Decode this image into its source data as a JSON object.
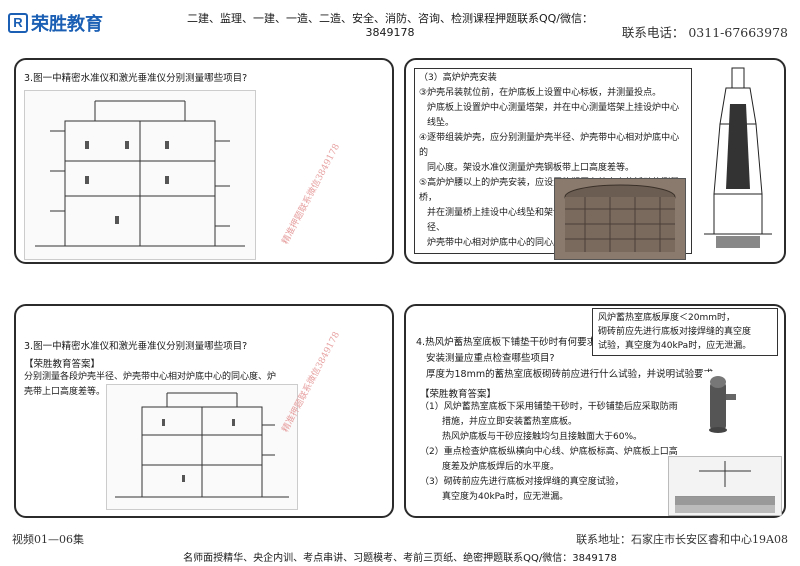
{
  "header": {
    "logo_glyph": "R",
    "logo_text": "荣胜教育",
    "ad_line": "二建、监理、一建、一造、二造、安全、消防、咨询、检测课程押题联系QQ/微信：3849178",
    "phone": "联系电话： 0311-67663978"
  },
  "panel1": {
    "question": "3.图一中精密水准仪和激光垂准仪分别测量哪些项目?",
    "watermark": "精准押题联系微信3849178"
  },
  "panel2": {
    "heading": "（3）高炉炉壳安装",
    "lines": [
      "③炉壳吊装就位前，在炉底板上设置中心标板，并测量投点。",
      "炉底板上设置炉中心测量塔架，并在中心测量塔架上挂设炉中心线坠。",
      "④逐带组装炉壳，应分别测量炉壳半径、炉壳带中心相对炉底中心的",
      "同心度。架设水准仪测量炉壳钢板带上口高度差等。",
      "⑤高炉炉腰以上的炉壳安装，应设置能搁置在炉壳上的活动的测量桥，",
      "并在测量桥上挂设中心线坠和架设水准仪，分别测量各段炉壳半径、",
      "炉壳带中心相对炉底中心的同心度、炉壳带上口高度差等。"
    ]
  },
  "panel3": {
    "question": "3.图一中精密水准仪和激光垂准仪分别测量哪些项目?",
    "answer_heading": "【荣胜教育答案】",
    "answer_lines": [
      "分别测量各段炉壳半径、炉壳带中心相对炉底中心的同心度、炉",
      "壳带上口高度差等。"
    ],
    "watermark": "精准押题联系微信3849178"
  },
  "panel4": {
    "question": "4.热风炉蓄热室底板下铺垫干砂时有何要求?",
    "sub_question": "安装测量应重点检查哪些项目?",
    "intro": "厚度为18mm的蓄热室底板砌砖前应进行什么试验，并说明试验要求。",
    "box_lines": [
      "风炉蓄热室底板厚度＜20mm时，",
      "砌砖前应先进行底板对接焊缝的真空度",
      "试验，真空度为40kPa时，应无泄漏。"
    ],
    "answer_heading": "【荣胜教育答案】",
    "answers": [
      "（1）风炉蓄热室底板下采用铺垫干砂时，干砂铺垫后应采取防雨",
      "措施，并应立即安装蓄热室底板。",
      "热风炉底板与干砂应接触均匀且接触面大于60%。",
      "（2）重点检查炉底板纵横向中心线、炉底板标高、炉底板上口高",
      "度差及炉底板焊后的水平度。",
      "（3）砌砖前应先进行底板对接焊缝的真空度试验，",
      "真空度为40kPa时，应无泄漏。"
    ]
  },
  "footer": {
    "left": "视频01—06集",
    "right": "联系地址：石家庄市长安区睿和中心19A08",
    "ad_line": "名师面授精华、央企内训、考点串讲、习题模考、考前三页纸、绝密押题联系QQ/微信：3849178"
  }
}
